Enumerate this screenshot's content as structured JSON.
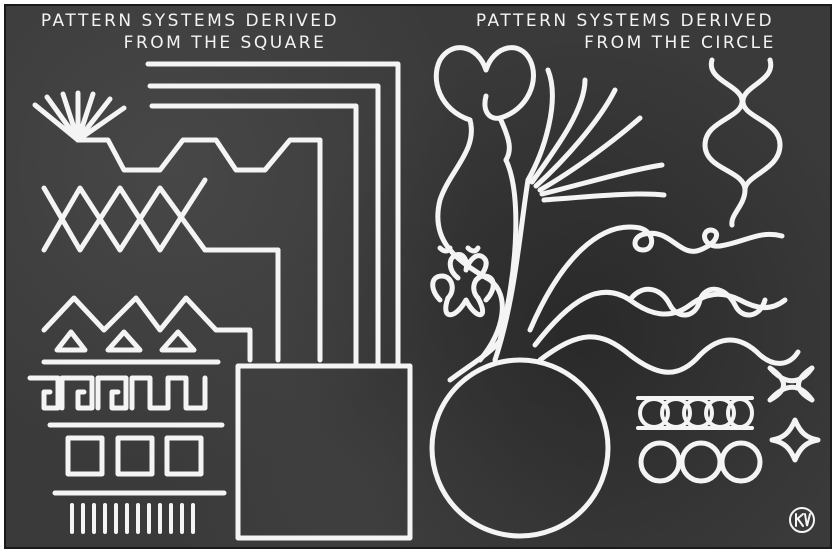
{
  "titles": {
    "left_line1": "PATTERN SYSTEMS DERIVED",
    "left_line2": "FROM THE SQUARE",
    "right_line1": "PATTERN SYSTEMS DERIVED",
    "right_line2": "FROM THE CIRCLE"
  },
  "colors": {
    "background": "#3a3a3a",
    "chalk": "#f4f4f4"
  },
  "icons": {
    "monogram": "artist-monogram-icon"
  }
}
